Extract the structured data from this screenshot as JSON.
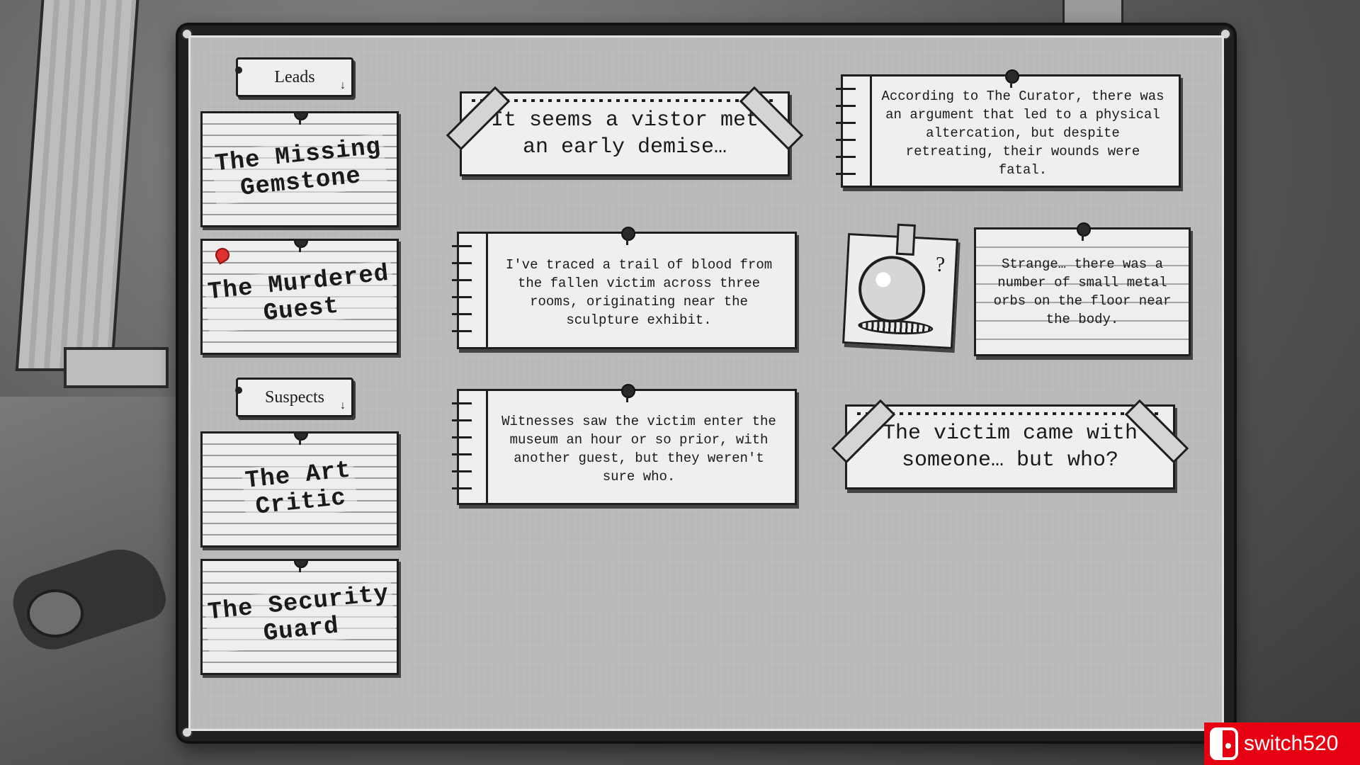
{
  "sections": {
    "leads_label": "Leads",
    "suspects_label": "Suspects"
  },
  "leads": [
    {
      "title": "The Missing\nGemstone",
      "is_new": false
    },
    {
      "title": "The Murdered\nGuest",
      "is_new": true
    }
  ],
  "suspects": [
    {
      "title": "The Art\nCritic"
    },
    {
      "title": "The Security\nGuard"
    }
  ],
  "headlines": {
    "top": "It seems a vistor met an early demise…",
    "bottom": "The victim came with someone… but who?"
  },
  "clues": {
    "curator": "According to The Curator, there was an argument that led to a physical altercation, but despite retreating, their wounds were fatal.",
    "blood_trail": "I've traced a trail of blood from the fallen victim across three rooms, originating near the sculpture exhibit.",
    "witnesses": "Witnesses saw the victim enter the museum an hour or so prior, with another guest, but they weren't sure who.",
    "orbs": "Strange… there was a number of small metal orbs on the floor near the body."
  },
  "photo": {
    "icon": "metal-orb-icon",
    "mark": "?"
  },
  "watermark": {
    "text": "switch520",
    "color": "#e60012"
  },
  "accent": {
    "new_marker": "#e03030"
  }
}
